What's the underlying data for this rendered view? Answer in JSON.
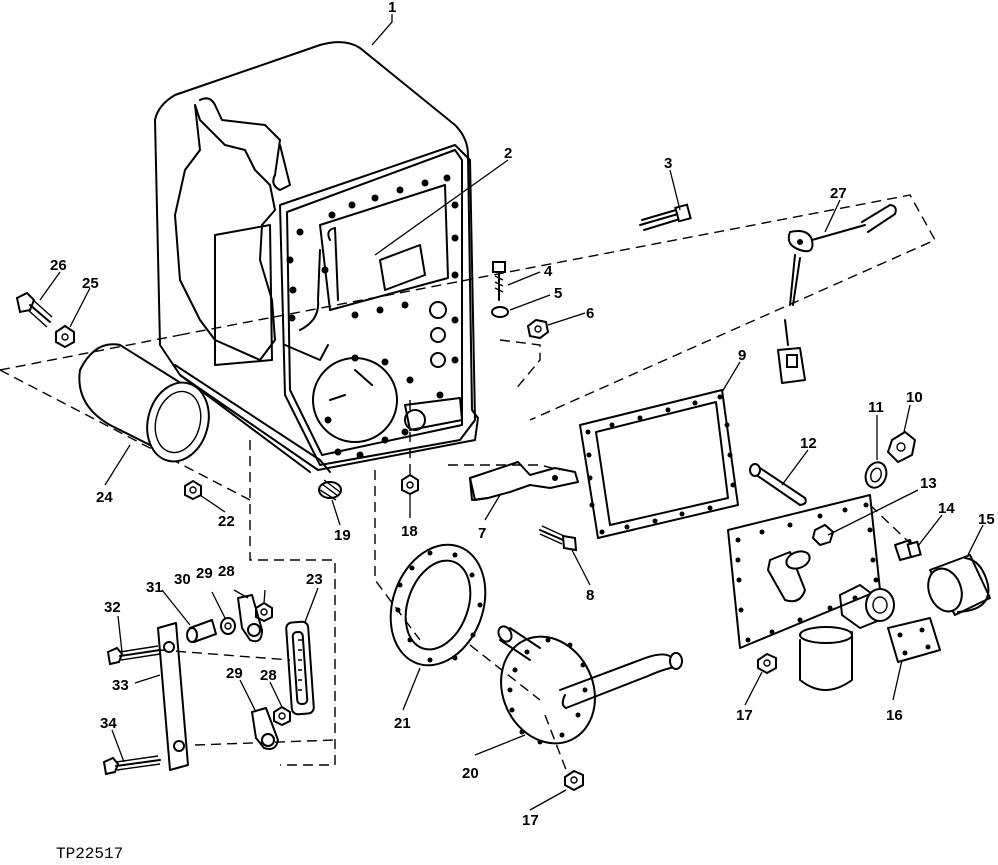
{
  "figure_id": "TP22517",
  "callouts": [
    "1",
    "2",
    "3",
    "4",
    "5",
    "6",
    "7",
    "8",
    "9",
    "10",
    "11",
    "12",
    "13",
    "14",
    "15",
    "16",
    "17",
    "18",
    "19",
    "20",
    "21",
    "22",
    "23",
    "24",
    "25",
    "26",
    "27",
    "28",
    "29",
    "30",
    "31",
    "32",
    "33",
    "34"
  ],
  "extra_callouts": {
    "17b": "17",
    "28b": "28",
    "29b": "29"
  }
}
